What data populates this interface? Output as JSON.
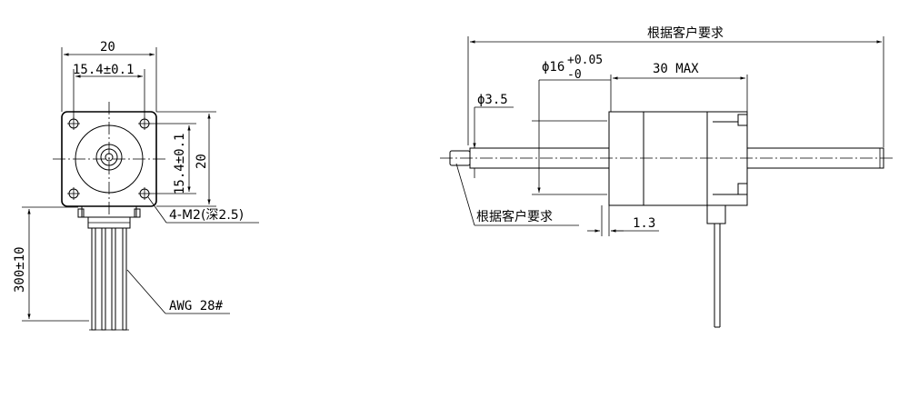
{
  "front_view": {
    "width_dim": "20",
    "hole_spacing_h": "15.4±0.1",
    "hole_spacing_v": "15.4±0.1",
    "height_dim": "20",
    "hole_callout": "4-M2(深2.5)",
    "lead_length": "300±10",
    "wire_gauge": "AWG 28#"
  },
  "side_view": {
    "overall_length": "根据客户要求",
    "shaft_nut_dia": "ϕ16",
    "tol_upper": "+0.05",
    "tol_lower": "-0",
    "body_length": "30 MAX",
    "screw_dia": "ϕ3.5",
    "screw_length_note": "根据客户要求",
    "boss_height": "1.3"
  }
}
